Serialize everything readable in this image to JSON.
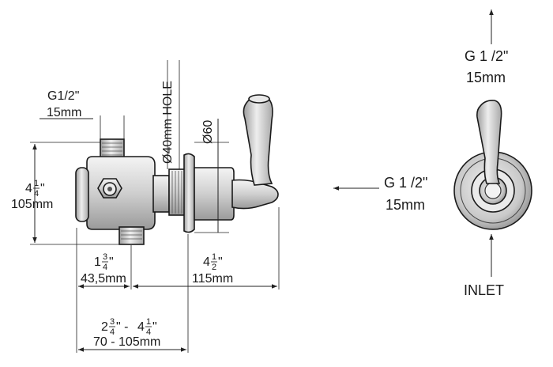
{
  "side_view": {
    "thread_top": {
      "line1": "G1/2\"",
      "line2": "15mm"
    },
    "hole_label": "Ø40mm HOLE",
    "flange_label": "Ø60",
    "height": {
      "whole": "4",
      "num": "1",
      "den": "4",
      "mark": "\"",
      "metric": "105mm"
    },
    "outlet_offset": {
      "whole": "1",
      "num": "3",
      "den": "4",
      "mark": "\"",
      "metric": "43,5mm"
    },
    "handle_depth": {
      "whole": "4",
      "num": "1",
      "den": "2",
      "mark": "\"",
      "metric": "115mm"
    },
    "wall_range": {
      "a_whole": "2",
      "a_num": "3",
      "a_den": "4",
      "sep": "\" - ",
      "b_whole": "4",
      "b_num": "1",
      "b_den": "4",
      "mark": "\"",
      "metric": "70 - 105mm"
    }
  },
  "front_view": {
    "top_outlet": {
      "line1": "G 1 /2\"",
      "line2": "15mm"
    },
    "side_outlet": {
      "line1": "G 1 /2\"",
      "line2": "15mm"
    },
    "inlet": "INLET"
  }
}
